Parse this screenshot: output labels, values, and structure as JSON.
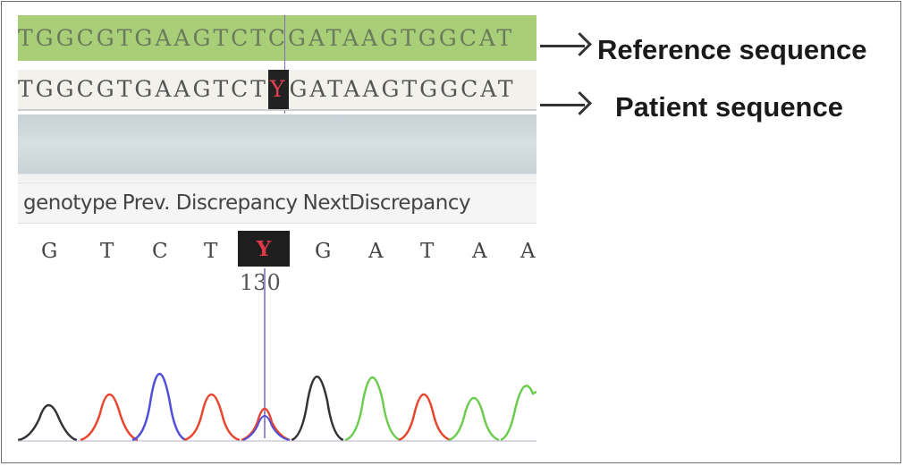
{
  "reference": {
    "sequence": "TGGCGTGAAGTCTCGATAAGTGGCAT",
    "label": "Reference sequence"
  },
  "patient": {
    "before": "TGGCGTGAAGTCT",
    "mutation": "Y",
    "after": "GATAAGTGGCAT",
    "label": "Patient sequence"
  },
  "toolbar": {
    "genotype": "genotype",
    "prev": "Prev. Discrepancy",
    "next": "NextDiscrepancy"
  },
  "basecalls": [
    "G",
    "T",
    "C",
    "T",
    "Y",
    "G",
    "A",
    "T",
    "A",
    "A"
  ],
  "position": "130",
  "colors": {
    "reference_highlight": "#a8ce78",
    "mutation_background": "#1e1e1e",
    "mutation_text": "#e03a48",
    "trace_A": "#6ccc4e",
    "trace_C": "#5050d8",
    "trace_G": "#333333",
    "trace_T": "#e8452f",
    "cursor": "#9a89d6"
  }
}
